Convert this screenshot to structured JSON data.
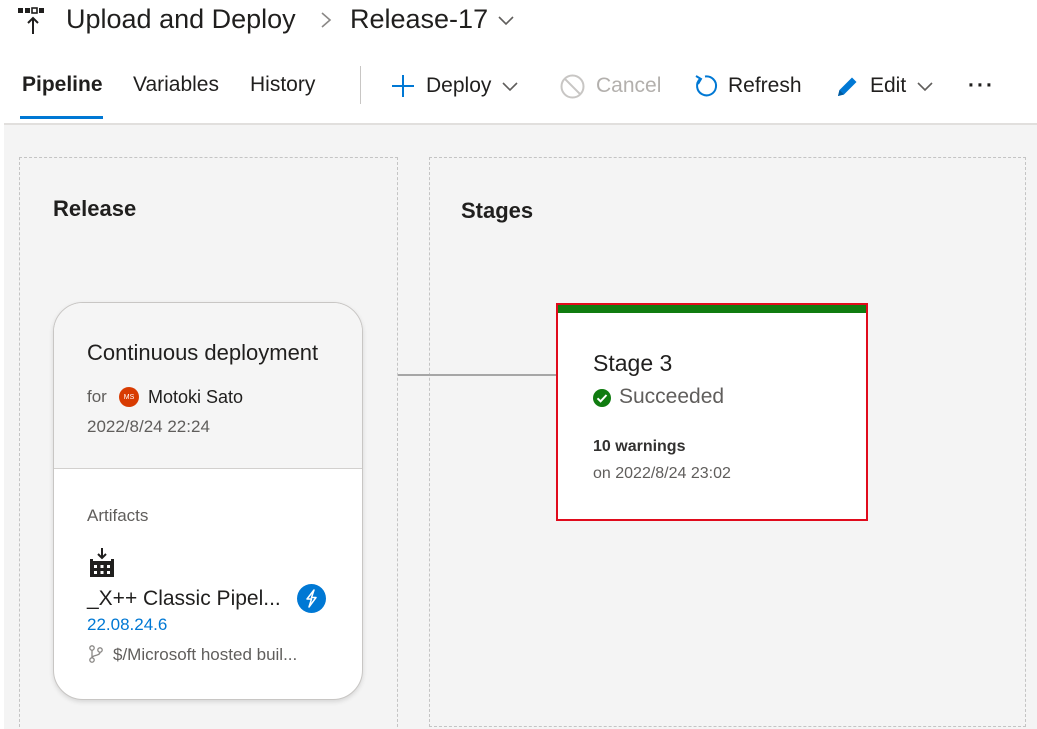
{
  "header": {
    "pipeline_title": "Upload and Deploy",
    "release_name": "Release-17",
    "icons": {
      "pipeline": "release-pipeline-icon",
      "separator": "chevron-right-icon",
      "release_dropdown": "chevron-down-icon"
    }
  },
  "tabs": [
    {
      "label": "Pipeline",
      "active": true
    },
    {
      "label": "Variables",
      "active": false
    },
    {
      "label": "History",
      "active": false
    }
  ],
  "toolbar": {
    "deploy_label": "Deploy",
    "cancel_label": "Cancel",
    "refresh_label": "Refresh",
    "edit_label": "Edit",
    "more_label": "···",
    "cancel_disabled": true
  },
  "release_panel": {
    "title": "Release",
    "trigger": "Continuous deployment",
    "for_label": "for",
    "avatar_initials": "MS",
    "avatar_color": "#d83b01",
    "user": "Motoki Sato",
    "created": "2022/8/24 22:24",
    "artifacts_label": "Artifacts",
    "artifact": {
      "name": "_X++ Classic Pipel...",
      "version": "22.08.24.6",
      "branch": "$/Microsoft hosted buil...",
      "trigger_badge_icon": "lightning-bolt-icon"
    }
  },
  "stages_panel": {
    "title": "Stages",
    "stages": [
      {
        "name": "Stage 3",
        "status": "Succeeded",
        "status_color": "#107c10",
        "warnings": "10 warnings",
        "completed": "on 2022/8/24 23:02",
        "highlight_color": "#e00b1c"
      }
    ]
  },
  "colors": {
    "accent": "#0078d4",
    "success": "#107c10",
    "selection_border": "#e00b1c"
  }
}
